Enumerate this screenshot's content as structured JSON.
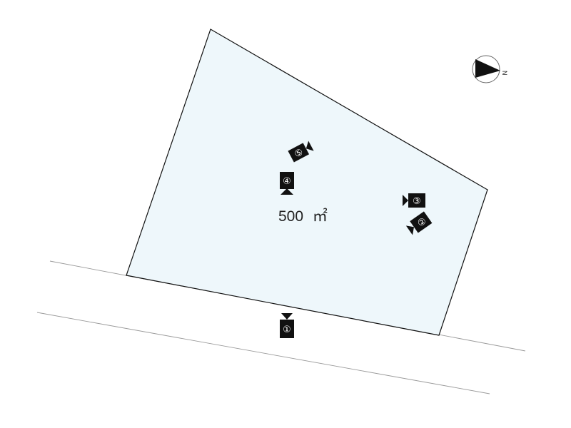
{
  "plan": {
    "area": {
      "value": "500",
      "unit": "㎡"
    },
    "compass": {
      "north_label": "N"
    },
    "cameras": [
      {
        "label": "①"
      },
      {
        "label": "②"
      },
      {
        "label": "③"
      },
      {
        "label": "④"
      },
      {
        "label": "⑤"
      }
    ],
    "colors": {
      "lot_fill": "#eef7fb",
      "lot_stroke": "#111111",
      "road_line": "#9a9a9a",
      "camera": "#111111"
    }
  }
}
